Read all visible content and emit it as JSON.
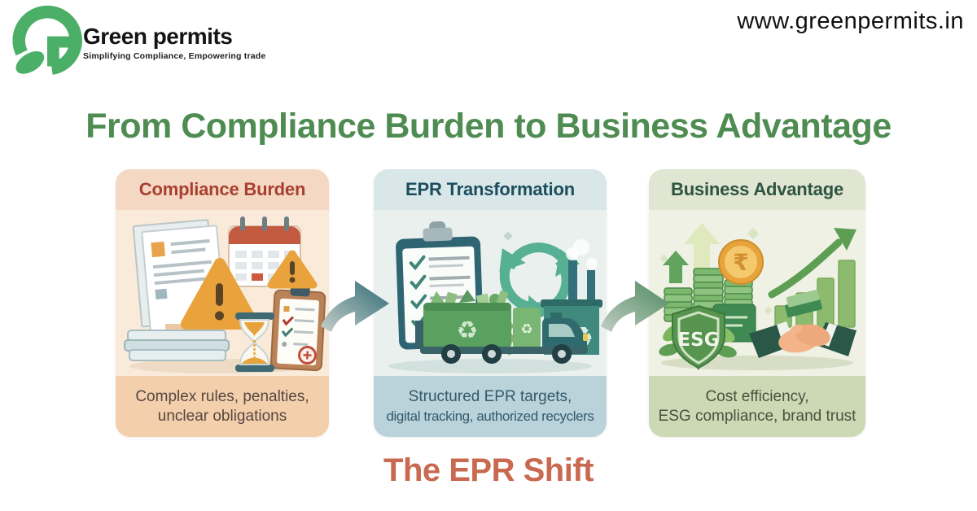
{
  "brand": {
    "name": "Green permits",
    "tagline": "Simplifying Compliance, Empowering trade",
    "logo_icon": "leaf-g-logo",
    "logo_color": "#4caf68",
    "website": "www.greenpermits.in"
  },
  "heading": {
    "title": "From Compliance Burden to Business Advantage",
    "color": "#4e8c52"
  },
  "flow": {
    "cards": [
      {
        "title": "Compliance Burden",
        "caption_line1": "Complex rules, penalties,",
        "caption_line2": "unclear obligations",
        "theme": {
          "title_color": "#a8402f",
          "header_bg": "#f5d8c4",
          "body_bg": "#f9ead9",
          "footer_bg": "#f4cfac",
          "caption_color": "#564741"
        },
        "illustration_icons": [
          "documents-stack-icon",
          "books-pile-icon",
          "calendar-icon",
          "warning-triangle-icon",
          "hourglass-icon",
          "checklist-clipboard-icon"
        ]
      },
      {
        "title": "EPR Transformation",
        "caption_line1": "Structured EPR targets,",
        "caption_line2": "digital tracking, authorized recyclers",
        "theme": {
          "title_color": "#1d4e5e",
          "header_bg": "#d9e7e9",
          "body_bg": "#e9f0ee",
          "footer_bg": "#bad3da",
          "caption_color": "#35596b"
        },
        "illustration_icons": [
          "checklist-clipboard-icon",
          "gear-icon",
          "recycle-arrows-icon",
          "factory-icon",
          "recycling-truck-icon"
        ]
      },
      {
        "title": "Business Advantage",
        "caption_line1": "Cost efficiency,",
        "caption_line2": "ESG compliance, brand trust",
        "theme": {
          "title_color": "#2c5440",
          "header_bg": "#e0e6d2",
          "body_bg": "#eef1e3",
          "footer_bg": "#cdd8b5",
          "caption_color": "#47523f"
        },
        "illustration_icons": [
          "growth-arrow-icon",
          "money-stacks-icon",
          "rupee-coin-icon",
          "bar-chart-icon",
          "esg-shield-icon",
          "handshake-icon"
        ]
      }
    ],
    "arrows": [
      {
        "name": "arrow-compliance-to-epr",
        "direction": "right",
        "color": "#2f6b74"
      },
      {
        "name": "arrow-epr-to-advantage",
        "direction": "right",
        "color": "#4c8a5e"
      }
    ]
  },
  "symbols": {
    "recycle": "♻",
    "rupee": "₹",
    "esg": "ESG"
  },
  "footer": {
    "title": "The EPR Shift",
    "color": "#c96a50"
  }
}
